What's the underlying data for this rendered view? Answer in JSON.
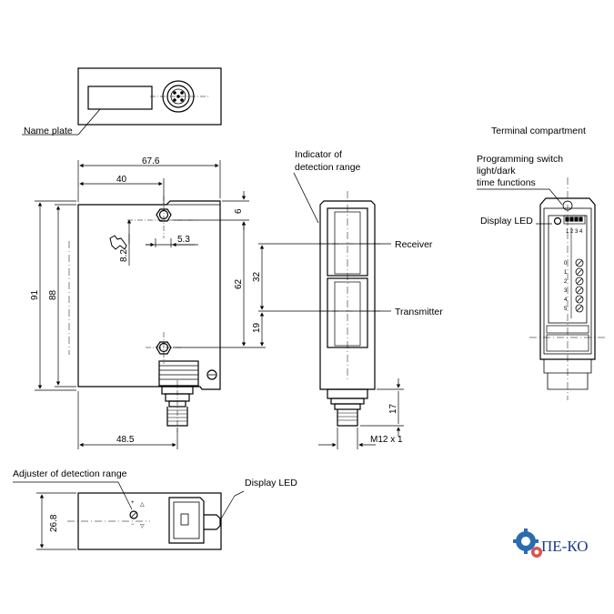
{
  "labels": {
    "name_plate": "Name plate",
    "terminal_compartment": "Terminal compartment",
    "programming_switch_1": "Programming switch",
    "programming_switch_2": "light/dark",
    "programming_switch_3": "time functions",
    "display_led_terminal": "Display LED",
    "indicator_1": "Indicator of",
    "indicator_2": "detection range",
    "receiver": "Receiver",
    "transmitter": "Transmitter",
    "adjuster": "Adjuster of detection range",
    "display_led_bottom": "Display LED",
    "switch_numbers": "1 2 3 4",
    "terminals": [
      "0",
      "1",
      "2",
      "3",
      "4",
      "5"
    ]
  },
  "dimensions": {
    "width_total": "67.6",
    "width_40": "40",
    "width_48_5": "48.5",
    "height_91": "91",
    "height_88": "88",
    "gap_6": "6",
    "hole_5_3": "5.3",
    "hole_8_2": "8.2",
    "height_62": "62",
    "height_32": "32",
    "height_19": "19",
    "height_17": "17",
    "thread_m12": "M12 x 1",
    "depth_26_8": "26.8"
  },
  "logo": {
    "text": "ПЕ-КО",
    "color": "#1a3c8c",
    "gear_colors": [
      "#2b6cb0",
      "#d9534f"
    ]
  }
}
